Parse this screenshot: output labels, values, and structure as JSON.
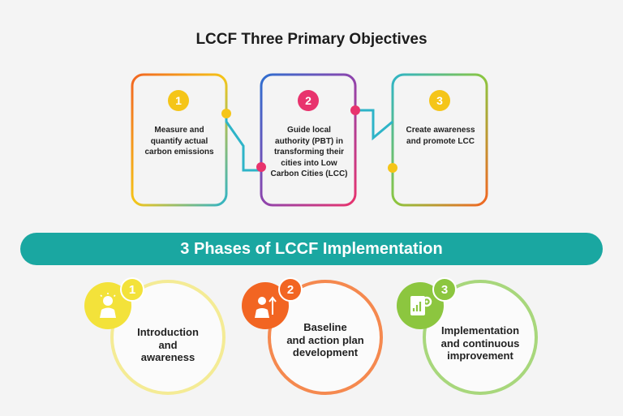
{
  "title": "LCCF Three Primary Objectives",
  "objectives": [
    {
      "number": "1",
      "line1": "Measure and",
      "line2": "quantify actual",
      "line3": "carbon emissions",
      "line4": "",
      "line5": "",
      "color": "#f5c518"
    },
    {
      "number": "2",
      "line1": "Guide local",
      "line2": "authority (PBT) in",
      "line3": "transforming their",
      "line4": "cities into Low",
      "line5": "Carbon Cities (LCC)",
      "color": "#e8336d"
    },
    {
      "number": "3",
      "line1": "Create awareness",
      "line2": "and promote LCC",
      "line3": "",
      "line4": "",
      "line5": "",
      "color": "#f5c518"
    }
  ],
  "banner": "3 Phases of LCCF Implementation",
  "phases": [
    {
      "number": "1",
      "line1": "Introduction",
      "line2": "and",
      "line3": "awareness",
      "color": "#f3e23a",
      "border": "#f4eb95",
      "icon": "person-idea-icon"
    },
    {
      "number": "2",
      "line1": "Baseline",
      "line2": "and action plan",
      "line3": "development",
      "color": "#f26522",
      "border": "#f5894f",
      "icon": "person-growth-icon"
    },
    {
      "number": "3",
      "line1": "Implementation",
      "line2": "and continuous",
      "line3": "improvement",
      "color": "#8cc63f",
      "border": "#a8d77c",
      "icon": "report-gear-icon"
    }
  ],
  "colors": {
    "banner": "#1aa7a1",
    "gradient_start": "#f26522",
    "gradient_mid": "#8cc63f",
    "gradient_end": "#2eb4c8",
    "purple": "#8e44ad"
  }
}
